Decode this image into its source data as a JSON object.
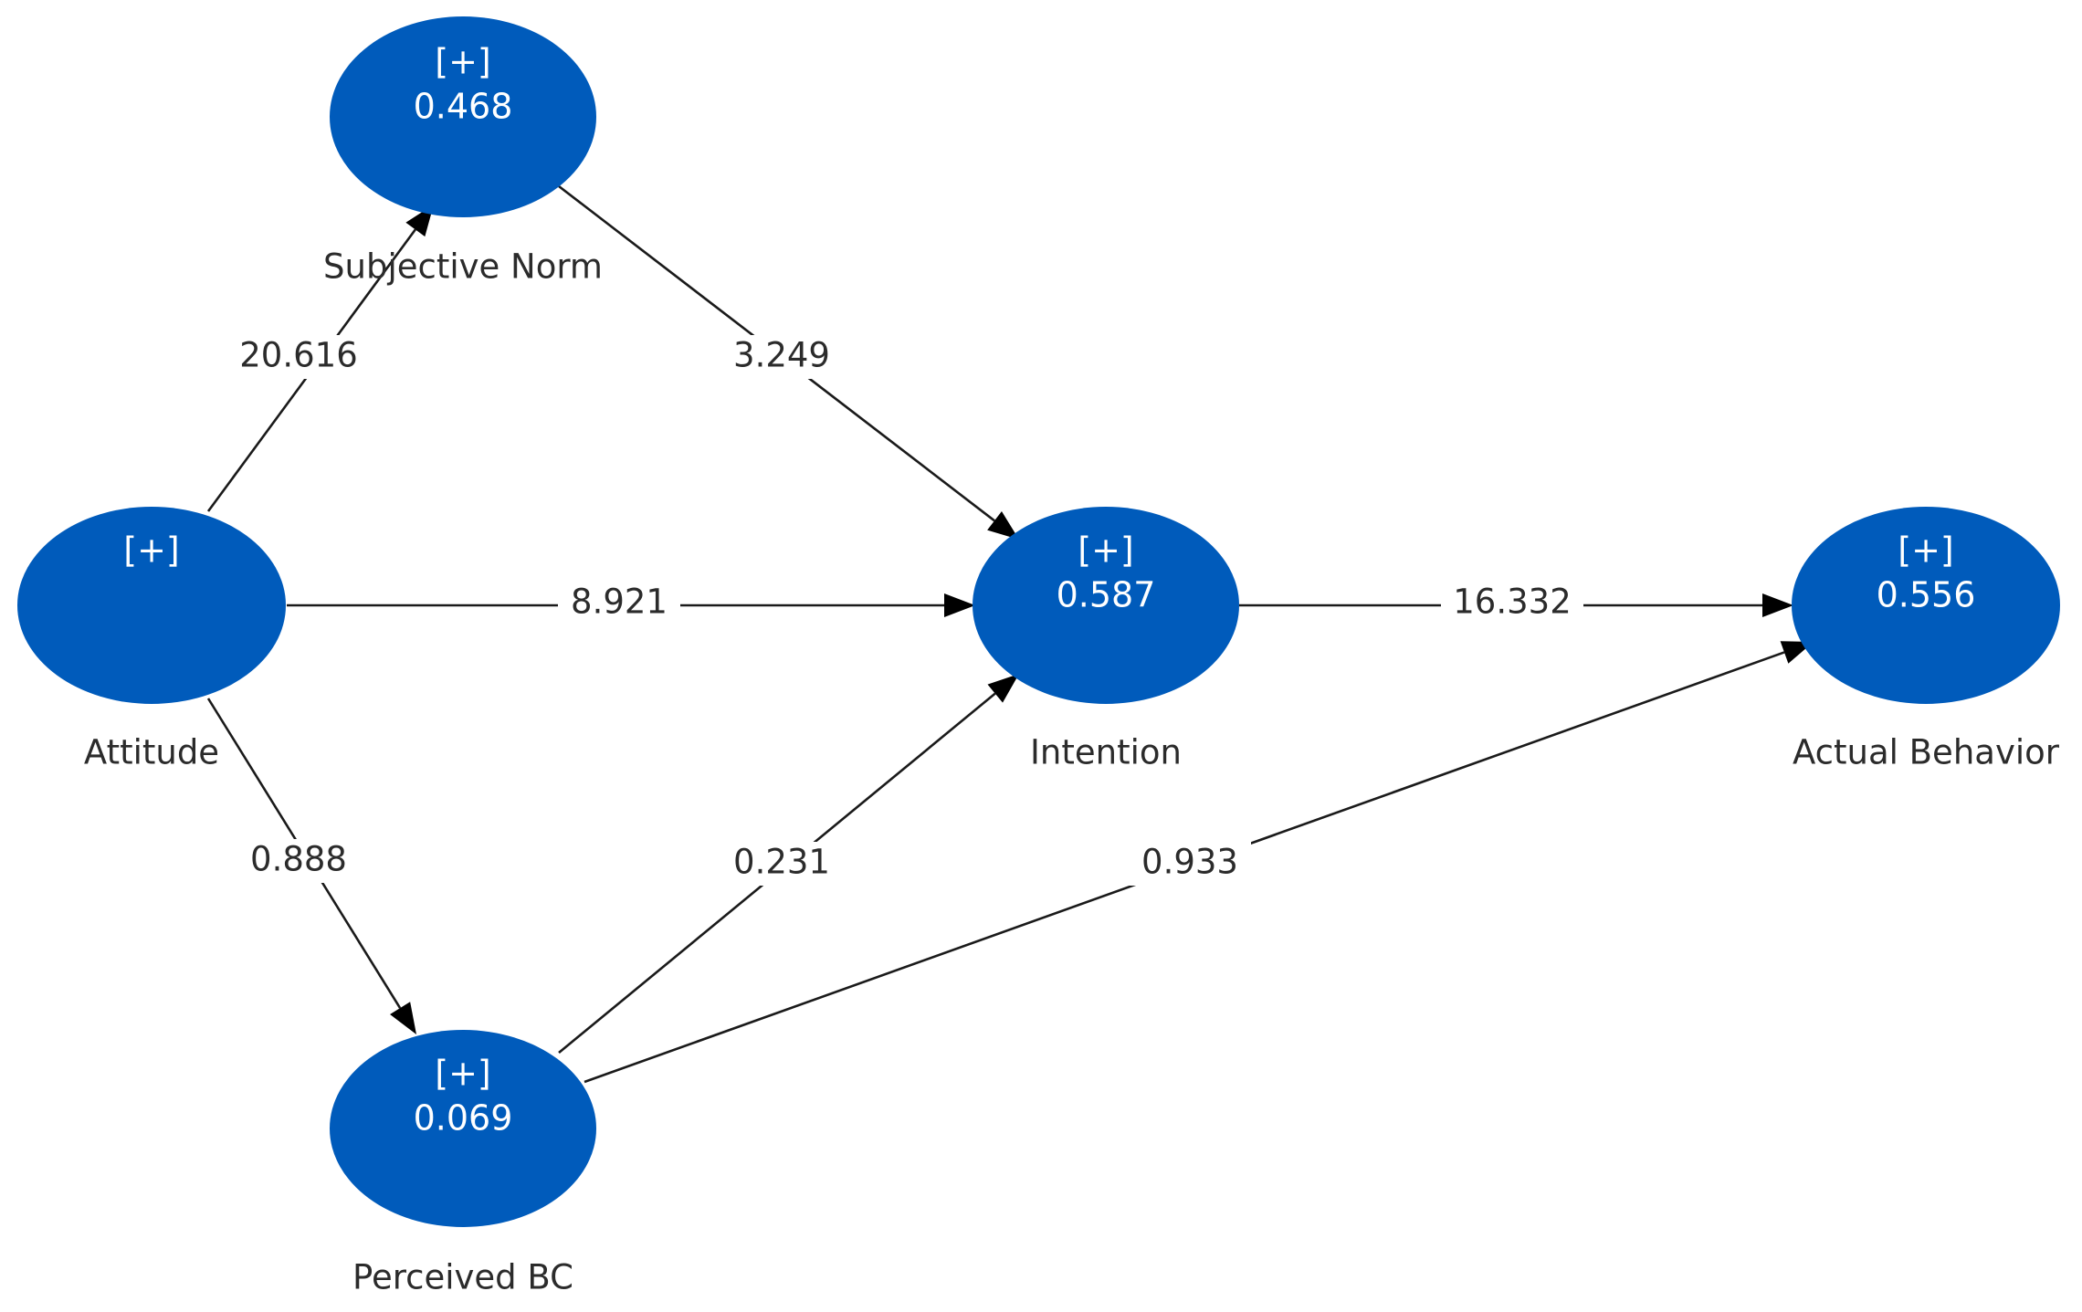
{
  "diagram": {
    "nodes": [
      {
        "id": "subjective_norm",
        "label": "Subjective Norm",
        "expand": "[+]",
        "value": "0.468"
      },
      {
        "id": "attitude",
        "label": "Attitude",
        "expand": "[+]",
        "value": ""
      },
      {
        "id": "intention",
        "label": "Intention",
        "expand": "[+]",
        "value": "0.587"
      },
      {
        "id": "actual_behavior",
        "label": "Actual Behavior",
        "expand": "[+]",
        "value": "0.556"
      },
      {
        "id": "perceived_bc",
        "label": "Perceived BC",
        "expand": "[+]",
        "value": "0.069"
      }
    ],
    "edges": [
      {
        "from": "attitude",
        "to": "subjective_norm",
        "label": "20.616"
      },
      {
        "from": "subjective_norm",
        "to": "intention",
        "label": "3.249"
      },
      {
        "from": "attitude",
        "to": "intention",
        "label": "8.921"
      },
      {
        "from": "intention",
        "to": "actual_behavior",
        "label": "16.332"
      },
      {
        "from": "attitude",
        "to": "perceived_bc",
        "label": "0.888"
      },
      {
        "from": "perceived_bc",
        "to": "intention",
        "label": "0.231"
      },
      {
        "from": "perceived_bc",
        "to": "actual_behavior",
        "label": "0.933"
      }
    ]
  },
  "colors": {
    "node_fill": "#005bbb",
    "edge": "#1a1a1a",
    "node_text": "#ffffff",
    "label_text": "#2b2b2b"
  }
}
